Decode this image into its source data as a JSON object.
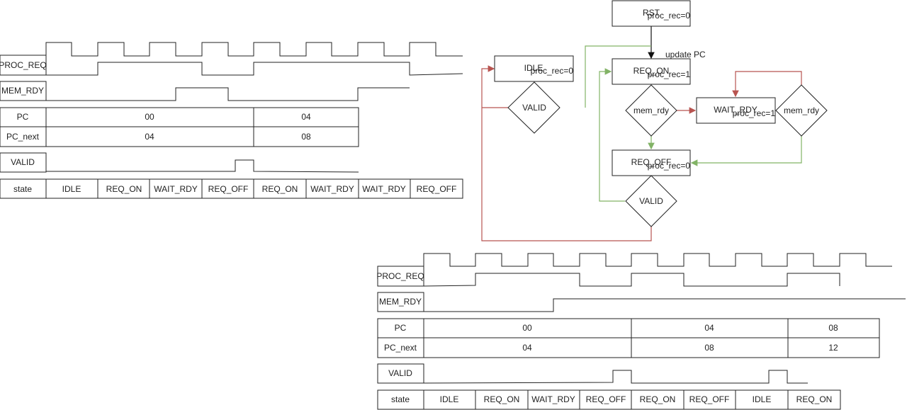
{
  "flowchart": {
    "rst": {
      "label": "RST",
      "sub": "proc_rec=0"
    },
    "idle": {
      "label": "IDLE",
      "sub": "proc_rec=0"
    },
    "req_on": {
      "label": "REQ_ON",
      "sub": "proc_rec=1"
    },
    "wait_rdy": {
      "label": "WAIT_RDY",
      "sub": "proc_rec=1"
    },
    "req_off": {
      "label": "REQ_OFF",
      "sub": "proc_rec=0"
    },
    "valid_idle": "VALID",
    "valid_off": "VALID",
    "mem_rdy_1": "mem_rdy",
    "mem_rdy_2": "mem_rdy",
    "update_pc": "update PC"
  },
  "timing1": {
    "sig_proc_req": "PROC_REQ",
    "sig_mem_rdy": "MEM_RDY",
    "sig_pc": "PC",
    "sig_pc_next": "PC_next",
    "sig_valid": "VALID",
    "sig_state": "state",
    "pc_values": [
      "00",
      "04"
    ],
    "pc_next_values": [
      "04",
      "08"
    ],
    "states": [
      "IDLE",
      "REQ_ON",
      "WAIT_RDY",
      "REQ_OFF",
      "REQ_ON",
      "WAIT_RDY",
      "WAIT_RDY",
      "REQ_OFF"
    ]
  },
  "timing2": {
    "sig_proc_req": "PROC_REQ",
    "sig_mem_rdy": "MEM_RDY",
    "sig_pc": "PC",
    "sig_pc_next": "PC_next",
    "sig_valid": "VALID",
    "sig_state": "state",
    "pc_values": [
      "00",
      "04",
      "08"
    ],
    "pc_next_values": [
      "04",
      "08",
      "12"
    ],
    "states": [
      "IDLE",
      "REQ_ON",
      "WAIT_RDY",
      "REQ_OFF",
      "REQ_ON",
      "REQ_OFF",
      "IDLE",
      "REQ_ON"
    ]
  },
  "colors": {
    "green": "#82b366",
    "red": "#b85450",
    "black": "#222222"
  }
}
